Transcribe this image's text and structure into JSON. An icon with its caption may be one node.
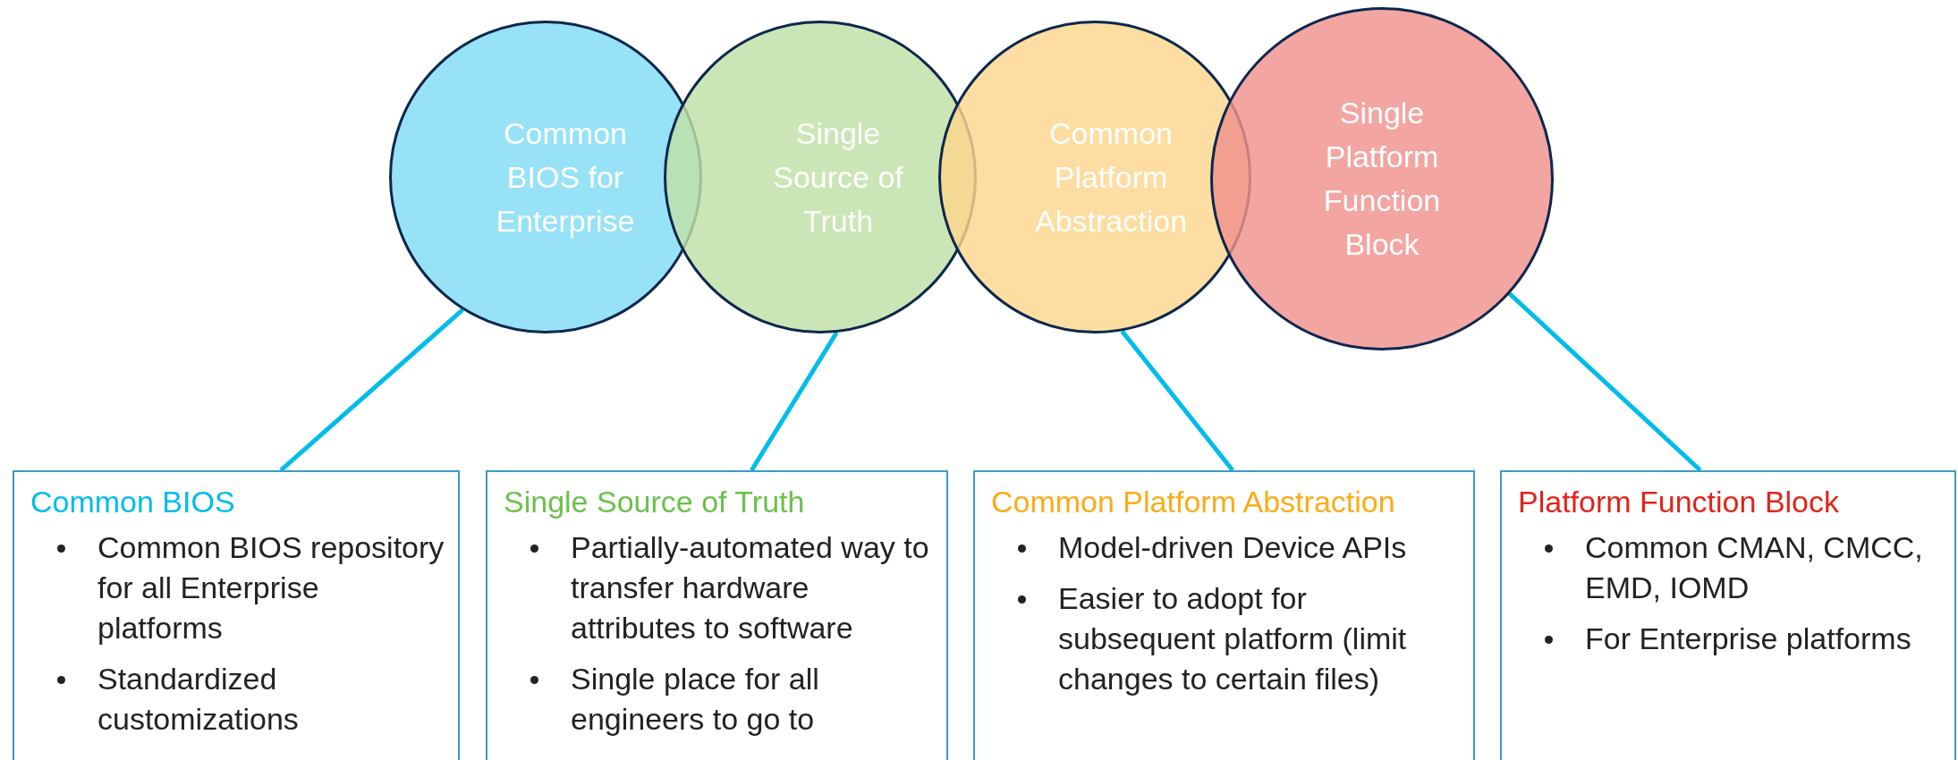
{
  "diagram": {
    "nodes": [
      {
        "text": [
          "Common BIOS for Enterprise"
        ]
      },
      {
        "text": [
          "Single Source of Truth"
        ]
      },
      {
        "text": [
          "Common Platform Abstraction"
        ]
      },
      {
        "text": [
          "Single Platform Function Block"
        ]
      },
      {
        "text": [
          "Common BIOS",
          "Common BIOS repository for all Enterprise platforms",
          "Standardized customizations"
        ]
      },
      {
        "text": [
          "Single Source of Truth",
          "Partially-automated way to transfer hardware attributes to software",
          "Single place for all engineers to go to"
        ]
      },
      {
        "text": [
          "Common Platform Abstraction",
          "Model-driven Device APIs",
          "Easier to adopt for subsequent platform (limit changes to certain files)"
        ]
      },
      {
        "text": [
          "Platform Function Block",
          "Common CMAN, CMCC, EMD, IOMD",
          "For Enterprise platforms"
        ]
      }
    ],
    "edges": [
      {
        "from": 0,
        "to": 4,
        "arrow": "none"
      },
      {
        "from": 1,
        "to": 5,
        "arrow": "none"
      },
      {
        "from": 2,
        "to": 6,
        "arrow": "none"
      },
      {
        "from": 3,
        "to": 7,
        "arrow": "none"
      }
    ]
  }
}
